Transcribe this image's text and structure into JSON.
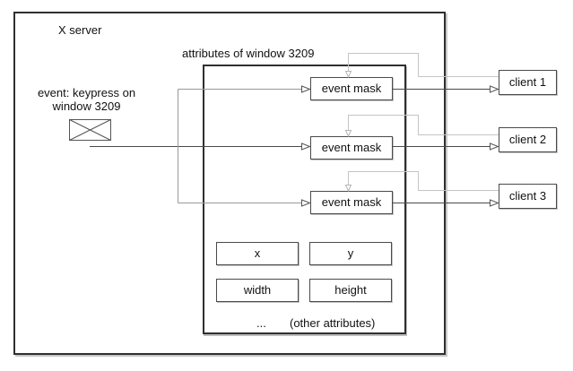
{
  "diagram": {
    "x_server_label": "X server",
    "attributes_title": "attributes of window 3209",
    "event_note": {
      "line1": "event: keypress on",
      "line2": "window 3209"
    },
    "event_masks": [
      "event mask",
      "event mask",
      "event mask"
    ],
    "clients": [
      "client 1",
      "client 2",
      "client 3"
    ],
    "fields": [
      "x",
      "y",
      "width",
      "height"
    ],
    "ellipsis": "...",
    "other_attributes": "(other attributes)",
    "icons": {
      "envelope": "envelope-icon",
      "hollow_arrow": "hollow-right-arrowhead",
      "down_arrow": "down-arrowhead"
    },
    "colors": {
      "background": "#ffffff",
      "text": "#111111",
      "border_heavy": "#2f2f2f",
      "border_light": "#4a4a4a",
      "line_event": "#4a4a4a",
      "line_branch": "#999999",
      "line_loop": "#c5c5c5"
    }
  }
}
